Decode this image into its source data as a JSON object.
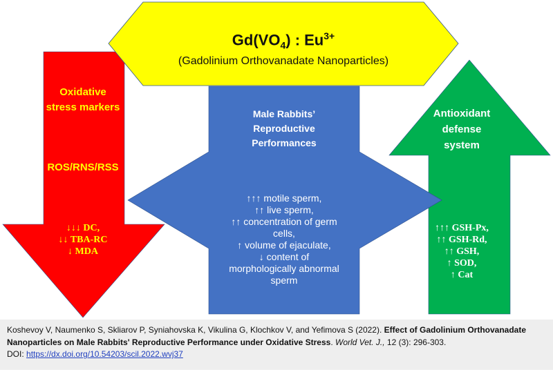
{
  "header": {
    "formula_main": "Gd(VO",
    "formula_sub": "4",
    "formula_mid": ") : Eu",
    "formula_sup": "3+",
    "subtitle": "(Gadolinium Orthovanadate Nanoparticles)"
  },
  "left_arrow": {
    "title_lines": [
      "Oxidative",
      "stress markers"
    ],
    "subtitle": "ROS/RNS/RSS",
    "items": [
      "↓↓↓ DC,",
      "↓↓ TBA-RC",
      "↓ MDA"
    ],
    "color": "#ff0000",
    "text_color": "#ffff00"
  },
  "center_arrow": {
    "title_lines": [
      "Male Rabbits’",
      "Reproductive",
      "Performances"
    ],
    "items": [
      "↑↑↑ motile sperm,",
      "↑↑ live sperm,",
      "↑↑ concentration of germ",
      "cells,",
      "↑ volume of ejaculate,",
      "↓ content of",
      "morphologically abnormal",
      "sperm"
    ],
    "color": "#4472c4"
  },
  "right_arrow": {
    "title_lines": [
      "Antioxidant",
      "defense",
      "system"
    ],
    "items": [
      "↑↑↑ GSH-Px,",
      "↑↑ GSH-Rd,",
      "↑↑ GSH,",
      "↑ SOD,",
      "↑ Cat"
    ],
    "color": "#00b050"
  },
  "top_shape_color": "#ffff00",
  "citation": {
    "authors": "Koshevoy V, Naumenko S, Skliarov P, Syniahovska K, Vikulina G, Klochkov V, and Yefimova S (2022).",
    "title": "Effect of Gadolinium Orthovanadate Nanoparticles on Male Rabbits' Reproductive Performance under Oxidative Stress",
    "journal": "World Vet. J.,",
    "volume": "12 (3): 296-303.",
    "doi_label": "DOI:",
    "doi_link": "https://dx.doi.org/10.54203/scil.2022.wvj37"
  }
}
